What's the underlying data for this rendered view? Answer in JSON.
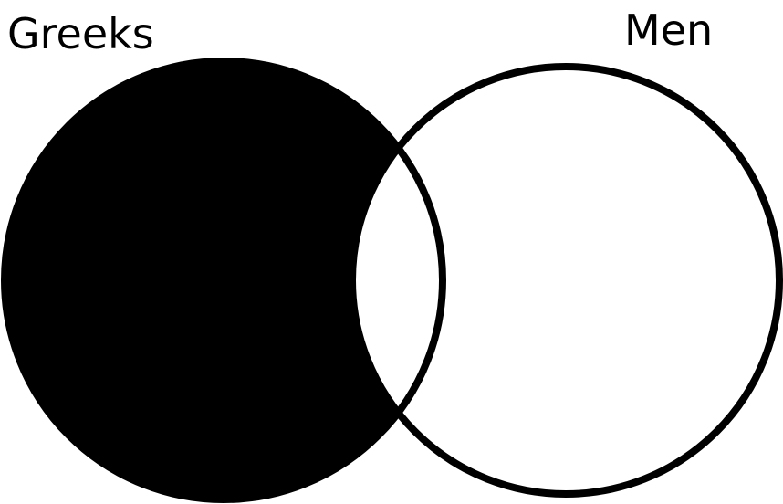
{
  "diagram": {
    "type": "venn",
    "sets": [
      {
        "label": "Greeks",
        "shaded": "exclusive-region",
        "color": "#000000"
      },
      {
        "label": "Men",
        "shaded": "none",
        "color": "#ffffff"
      }
    ],
    "outline_color": "#000000",
    "background": "#ffffff"
  }
}
